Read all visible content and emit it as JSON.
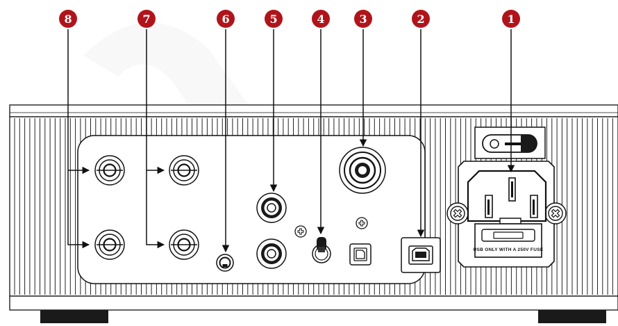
{
  "callouts": [
    "8",
    "7",
    "6",
    "5",
    "4",
    "3",
    "2",
    "1"
  ],
  "fuse_label": "USB ONLY WITH A 250V FUSE",
  "colors": {
    "callout": "#b0141b",
    "line": "#111111",
    "panel_fill": "#ffffff",
    "watermark": "#f1f1f1"
  }
}
